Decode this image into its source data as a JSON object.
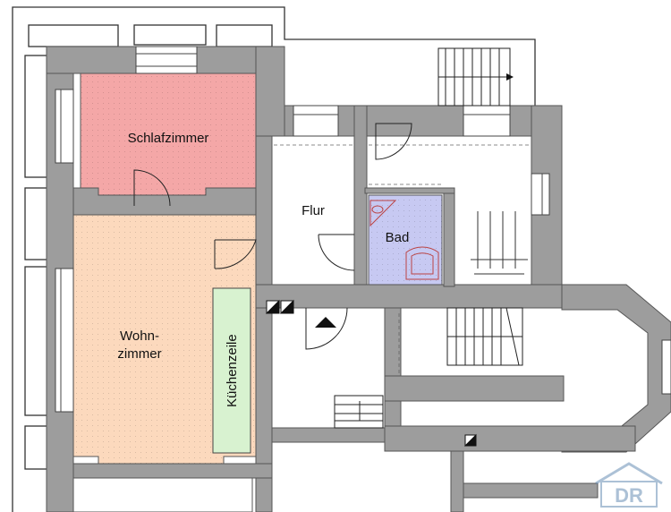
{
  "rooms": {
    "schlafzimmer": "Schlafzimmer",
    "flur": "Flur",
    "bad": "Bad",
    "wohnzimmer_line1": "Wohn-",
    "wohnzimmer_line2": "zimmer",
    "kuechenzeile": "Küchenzeile"
  },
  "logo": {
    "text": "DR"
  },
  "colors": {
    "wall": "#9d9d9d",
    "wall_outline": "#555555",
    "bedroom": "#f4a7a7",
    "living": "#fcd9bd",
    "kitchen": "#d8f2d0",
    "bath": "#c7c9f2",
    "logo": "#6a8fb5"
  }
}
